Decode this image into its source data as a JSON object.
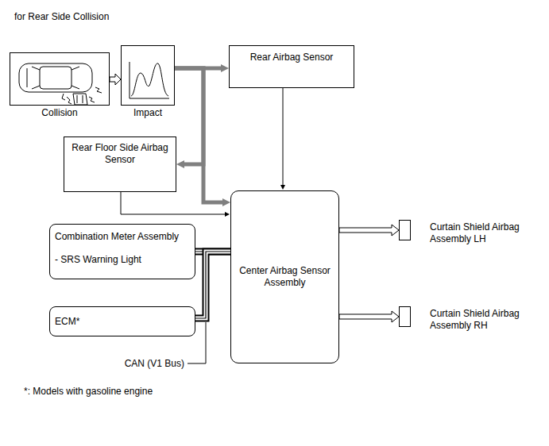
{
  "diagram": {
    "title": "for Rear Side Collision",
    "nodes": [
      {
        "text": [
          "Collision"
        ]
      },
      {
        "text": [
          "Impact"
        ]
      },
      {
        "text": [
          "Rear Airbag Sensor"
        ]
      },
      {
        "text": [
          "Rear Floor Side Airbag Sensor"
        ]
      },
      {
        "text": [
          "Combination Meter Assembly",
          "- SRS Warning Light"
        ]
      },
      {
        "text": [
          "ECM*"
        ]
      },
      {
        "text": [
          "Center Airbag Sensor Assembly"
        ]
      },
      {
        "text": [
          "Curtain Shield Airbag Assembly LH"
        ]
      },
      {
        "text": [
          "Curtain Shield Airbag Assembly RH"
        ]
      }
    ],
    "edges": [
      {
        "from": 0,
        "to": 1,
        "arrow": "to"
      },
      {
        "from": 1,
        "to": 2,
        "arrow": "to"
      },
      {
        "from": 1,
        "to": 3,
        "arrow": "to"
      },
      {
        "from": 1,
        "to": 6,
        "arrow": "to"
      },
      {
        "from": 2,
        "to": 6,
        "arrow": "to"
      },
      {
        "from": 3,
        "to": 6,
        "arrow": "to"
      },
      {
        "from": 4,
        "to": 6,
        "arrow": "none"
      },
      {
        "from": 5,
        "to": 6,
        "arrow": "none"
      },
      {
        "from": 6,
        "to": 7,
        "arrow": "to"
      },
      {
        "from": 6,
        "to": 8,
        "arrow": "to"
      }
    ],
    "labels": [
      "CAN (V1 Bus)",
      "*: Models with gasoline engine"
    ]
  }
}
